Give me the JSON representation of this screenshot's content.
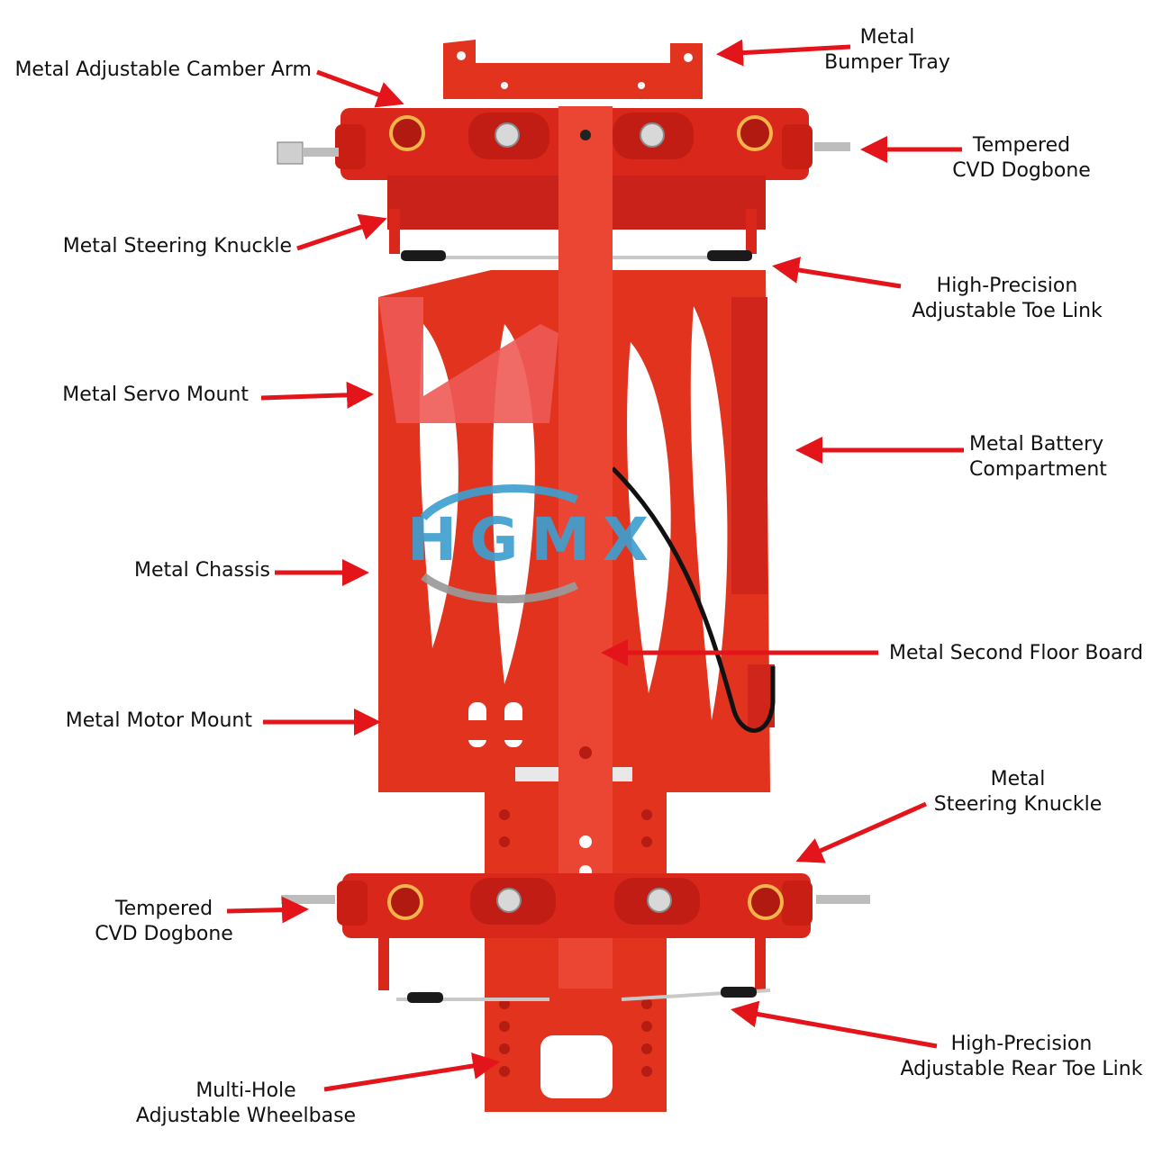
{
  "watermark": "HGMX",
  "colors": {
    "chassis": "#e2331f",
    "chassis_dark": "#b8200f",
    "arrow": "#e4141b",
    "logo_blue": "#3f9fcf",
    "logo_grey": "#9a9a9a"
  },
  "labels": {
    "camber_arm": "Metal Adjustable Camber Arm",
    "bumper_tray": [
      "Metal",
      "Bumper Tray"
    ],
    "front_dogbone": [
      "Tempered",
      "CVD Dogbone"
    ],
    "front_knuckle": "Metal Steering Knuckle",
    "front_toe_link": [
      "High-Precision",
      "Adjustable Toe Link"
    ],
    "servo_mount": "Metal Servo Mount",
    "battery_compartment": [
      "Metal Battery",
      "Compartment"
    ],
    "chassis": "Metal Chassis",
    "second_floor": "Metal Second Floor Board",
    "motor_mount": "Metal Motor Mount",
    "rear_knuckle": [
      "Metal",
      "Steering Knuckle"
    ],
    "rear_dogbone": [
      "Tempered",
      "CVD Dogbone"
    ],
    "rear_toe_link": [
      "High-Precision",
      "Adjustable Rear Toe Link"
    ],
    "wheelbase": [
      "Multi-Hole",
      "Adjustable Wheelbase"
    ]
  }
}
